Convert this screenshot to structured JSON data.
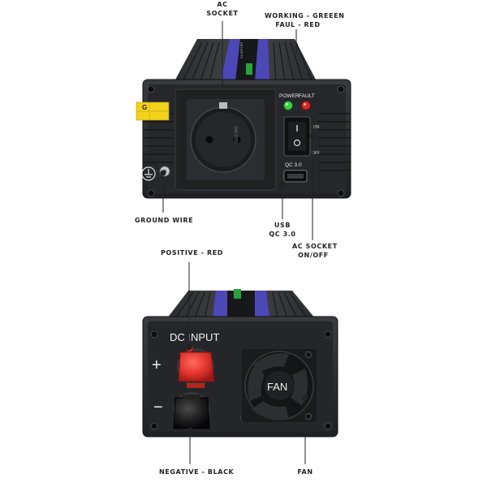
{
  "labels": {
    "ac_socket": [
      "AC",
      "SOCKET"
    ],
    "indicator": [
      "WORKING - GREEEN",
      "FAUL - RED"
    ],
    "ground_wire": "GROUND WIRE",
    "usb": [
      "USB",
      "QC 3.0"
    ],
    "ac_switch": [
      "AC SOCKET",
      "ON/OFF"
    ],
    "positive": "POSITIVE - RED",
    "negative": "NEGATIVE - BLACK",
    "fan": "FAN"
  },
  "panel": {
    "power_label": "POWER",
    "fault_label": "FAULT",
    "on_label": "ON",
    "off_label": "OFF",
    "usb_label": "QC 3.0",
    "dc_input_label": "DC INPUT",
    "plus_sign": "+",
    "minus_sign": "−",
    "fan_label": "FAN",
    "brand_text": "Green Cell",
    "product_text": "INVERTER",
    "sticker_text": "G"
  },
  "colors": {
    "body": "#2a2b2e",
    "body_dark": "#1b1c1e",
    "stripe": "#4d48b8",
    "led_green": "#3ad13f",
    "led_red": "#d62828",
    "positive_terminal": "#e0312b",
    "negative_terminal": "#1a1a1a",
    "sticker": "#f2d21c",
    "logo_green": "#27a33b"
  }
}
